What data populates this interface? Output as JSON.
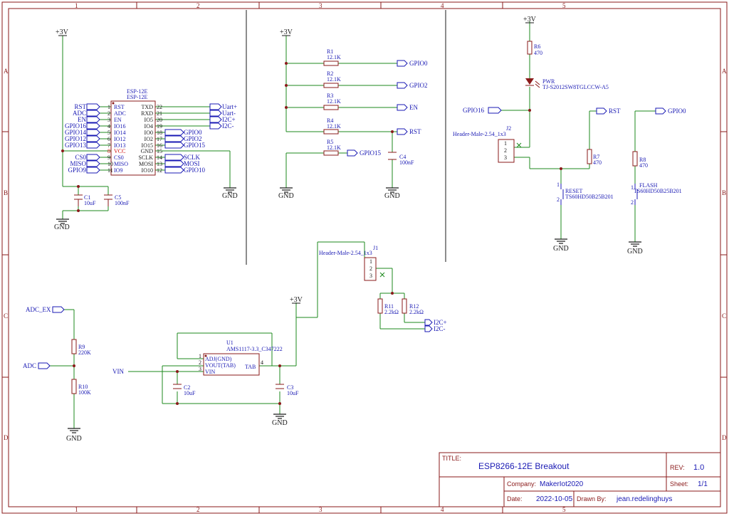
{
  "colors": {
    "frame": "#8a1a1a",
    "wire": "#1c8a1c",
    "text": "#1a1ab4",
    "component": "#8a1a1a",
    "pin_red": "#d01010"
  },
  "frame": {
    "columns": [
      "1",
      "2",
      "3",
      "4",
      "5"
    ],
    "rows": [
      "A",
      "B",
      "C",
      "D"
    ]
  },
  "title_block": {
    "title_label": "TITLE:",
    "title": "ESP8266-12E Breakout",
    "rev_label": "REV:",
    "rev": "1.0",
    "company_label": "Company:",
    "company": "MakerIot2020",
    "sheet_label": "Sheet:",
    "sheet": "1/1",
    "date_label": "Date:",
    "date": "2022-10-05",
    "drawn_label": "Drawn By:",
    "drawn": "jean.redelinghuys"
  },
  "esp": {
    "ref": "ESP-12E",
    "value": "ESP-12E",
    "left_pins": [
      {
        "num": "1",
        "name": "RST",
        "net": "RST"
      },
      {
        "num": "2",
        "name": "ADC",
        "net": "ADC"
      },
      {
        "num": "3",
        "name": "EN",
        "net": "EN"
      },
      {
        "num": "4",
        "name": "IO16",
        "net": "GPIO16"
      },
      {
        "num": "5",
        "name": "IO14",
        "net": "GPIO14"
      },
      {
        "num": "6",
        "name": "IO12",
        "net": "GPIO12"
      },
      {
        "num": "7",
        "name": "IO13",
        "net": "GPIO13"
      },
      {
        "num": "8",
        "name": "VCC",
        "net": ""
      },
      {
        "num": "9",
        "name": "CS0",
        "net": "CS0"
      },
      {
        "num": "10",
        "name": "MISO",
        "net": "MISO"
      },
      {
        "num": "11",
        "name": "IO9",
        "net": "GPIO9"
      }
    ],
    "right_pins": [
      {
        "num": "22",
        "name": "TXD",
        "net": "Uart+"
      },
      {
        "num": "21",
        "name": "RXD",
        "net": "Uart-"
      },
      {
        "num": "20",
        "name": "IO5",
        "net": "I2C+"
      },
      {
        "num": "19",
        "name": "IO4",
        "net": "I2C-"
      },
      {
        "num": "18",
        "name": "IO0",
        "net": "GPIO0"
      },
      {
        "num": "17",
        "name": "IO2",
        "net": "GPIO2"
      },
      {
        "num": "16",
        "name": "IO15",
        "net": "GPIO15"
      },
      {
        "num": "15",
        "name": "GND",
        "net": ""
      },
      {
        "num": "14",
        "name": "SCLK",
        "net": "SCLK"
      },
      {
        "num": "13",
        "name": "MOSI",
        "net": "MOSI"
      },
      {
        "num": "12",
        "name": "IO10",
        "net": "GPIO10"
      }
    ]
  },
  "power": {
    "v3": "+3V",
    "gnd": "GND"
  },
  "parts": {
    "c1": {
      "ref": "C1",
      "val": "10uF"
    },
    "c5": {
      "ref": "C5",
      "val": "100nF"
    },
    "r1": {
      "ref": "R1",
      "val": "12.1K",
      "net": "GPIO0"
    },
    "r2": {
      "ref": "R2",
      "val": "12.1K",
      "net": "GPIO2"
    },
    "r3": {
      "ref": "R3",
      "val": "12.1K",
      "net": "EN"
    },
    "r4": {
      "ref": "R4",
      "val": "12.1K",
      "net": "RST"
    },
    "r5": {
      "ref": "R5",
      "val": "12.1K",
      "net": "GPIO15"
    },
    "c4": {
      "ref": "C4",
      "val": "100nF"
    },
    "r6": {
      "ref": "R6",
      "val": "470"
    },
    "led": {
      "ref": "PWR",
      "val": "TJ-S2012SW8TGLCCW-A5"
    },
    "j2": {
      "ref": "J2",
      "val": "Header-Male-2.54_1x3",
      "net": "GPIO16",
      "pins": [
        "1",
        "2",
        "3"
      ]
    },
    "r7": {
      "ref": "R7",
      "val": "470",
      "net": "RST"
    },
    "r8": {
      "ref": "R8",
      "val": "470",
      "net": "GPIO0"
    },
    "reset": {
      "ref": "RESET",
      "val": "TS60HD50B25B201",
      "p1": "1",
      "p2": "2"
    },
    "flash": {
      "ref": "FLASH",
      "val": "TS60HD50B25B201",
      "p1": "1",
      "p2": "2"
    },
    "j1": {
      "ref": "J1",
      "val": "Header-Male-2.54_1x3",
      "pins": [
        "1",
        "2",
        "3"
      ]
    },
    "r11": {
      "ref": "R11",
      "val": "2.2kΩ"
    },
    "r12": {
      "ref": "R12",
      "val": "2.2kΩ"
    },
    "i2c": {
      "plus": "I2C+",
      "minus": "I2C-"
    },
    "r9": {
      "ref": "R9",
      "val": "220K"
    },
    "r10": {
      "ref": "R10",
      "val": "100K"
    },
    "adc_ex": "ADC_EX",
    "adc": "ADC",
    "vin": "VIN",
    "u1": {
      "ref": "U1",
      "val": "AMS1117-3.3_C347222",
      "pin1": "ADJ(GND)",
      "pin2": "VOUT(TAB)",
      "pin3": "VIN",
      "tab": "TAB",
      "n1": "1",
      "n2": "2",
      "n3": "3",
      "n4": "4"
    },
    "c2": {
      "ref": "C2",
      "val": "10uF"
    },
    "c3": {
      "ref": "C3",
      "val": "10uF"
    }
  }
}
